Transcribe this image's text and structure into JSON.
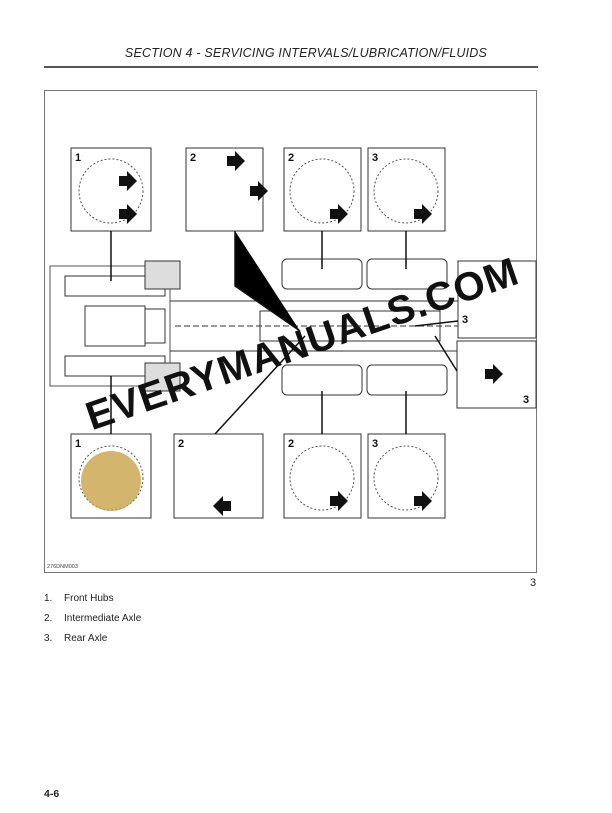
{
  "header": {
    "section_title": "SECTION 4 - SERVICING INTERVALS/LUBRICATION/FLUIDS"
  },
  "figure": {
    "code": "276DNM003",
    "number": "3",
    "callouts": [
      "1",
      "2",
      "2",
      "3",
      "1",
      "2",
      "2",
      "3",
      "3",
      "3"
    ],
    "watermark": "EVERYMANUALS.COM"
  },
  "legend": [
    {
      "num": "1.",
      "text": "Front Hubs"
    },
    {
      "num": "2.",
      "text": "Intermediate Axle"
    },
    {
      "num": "3.",
      "text": "Rear Axle"
    }
  ],
  "footer": {
    "page": "4-6"
  }
}
